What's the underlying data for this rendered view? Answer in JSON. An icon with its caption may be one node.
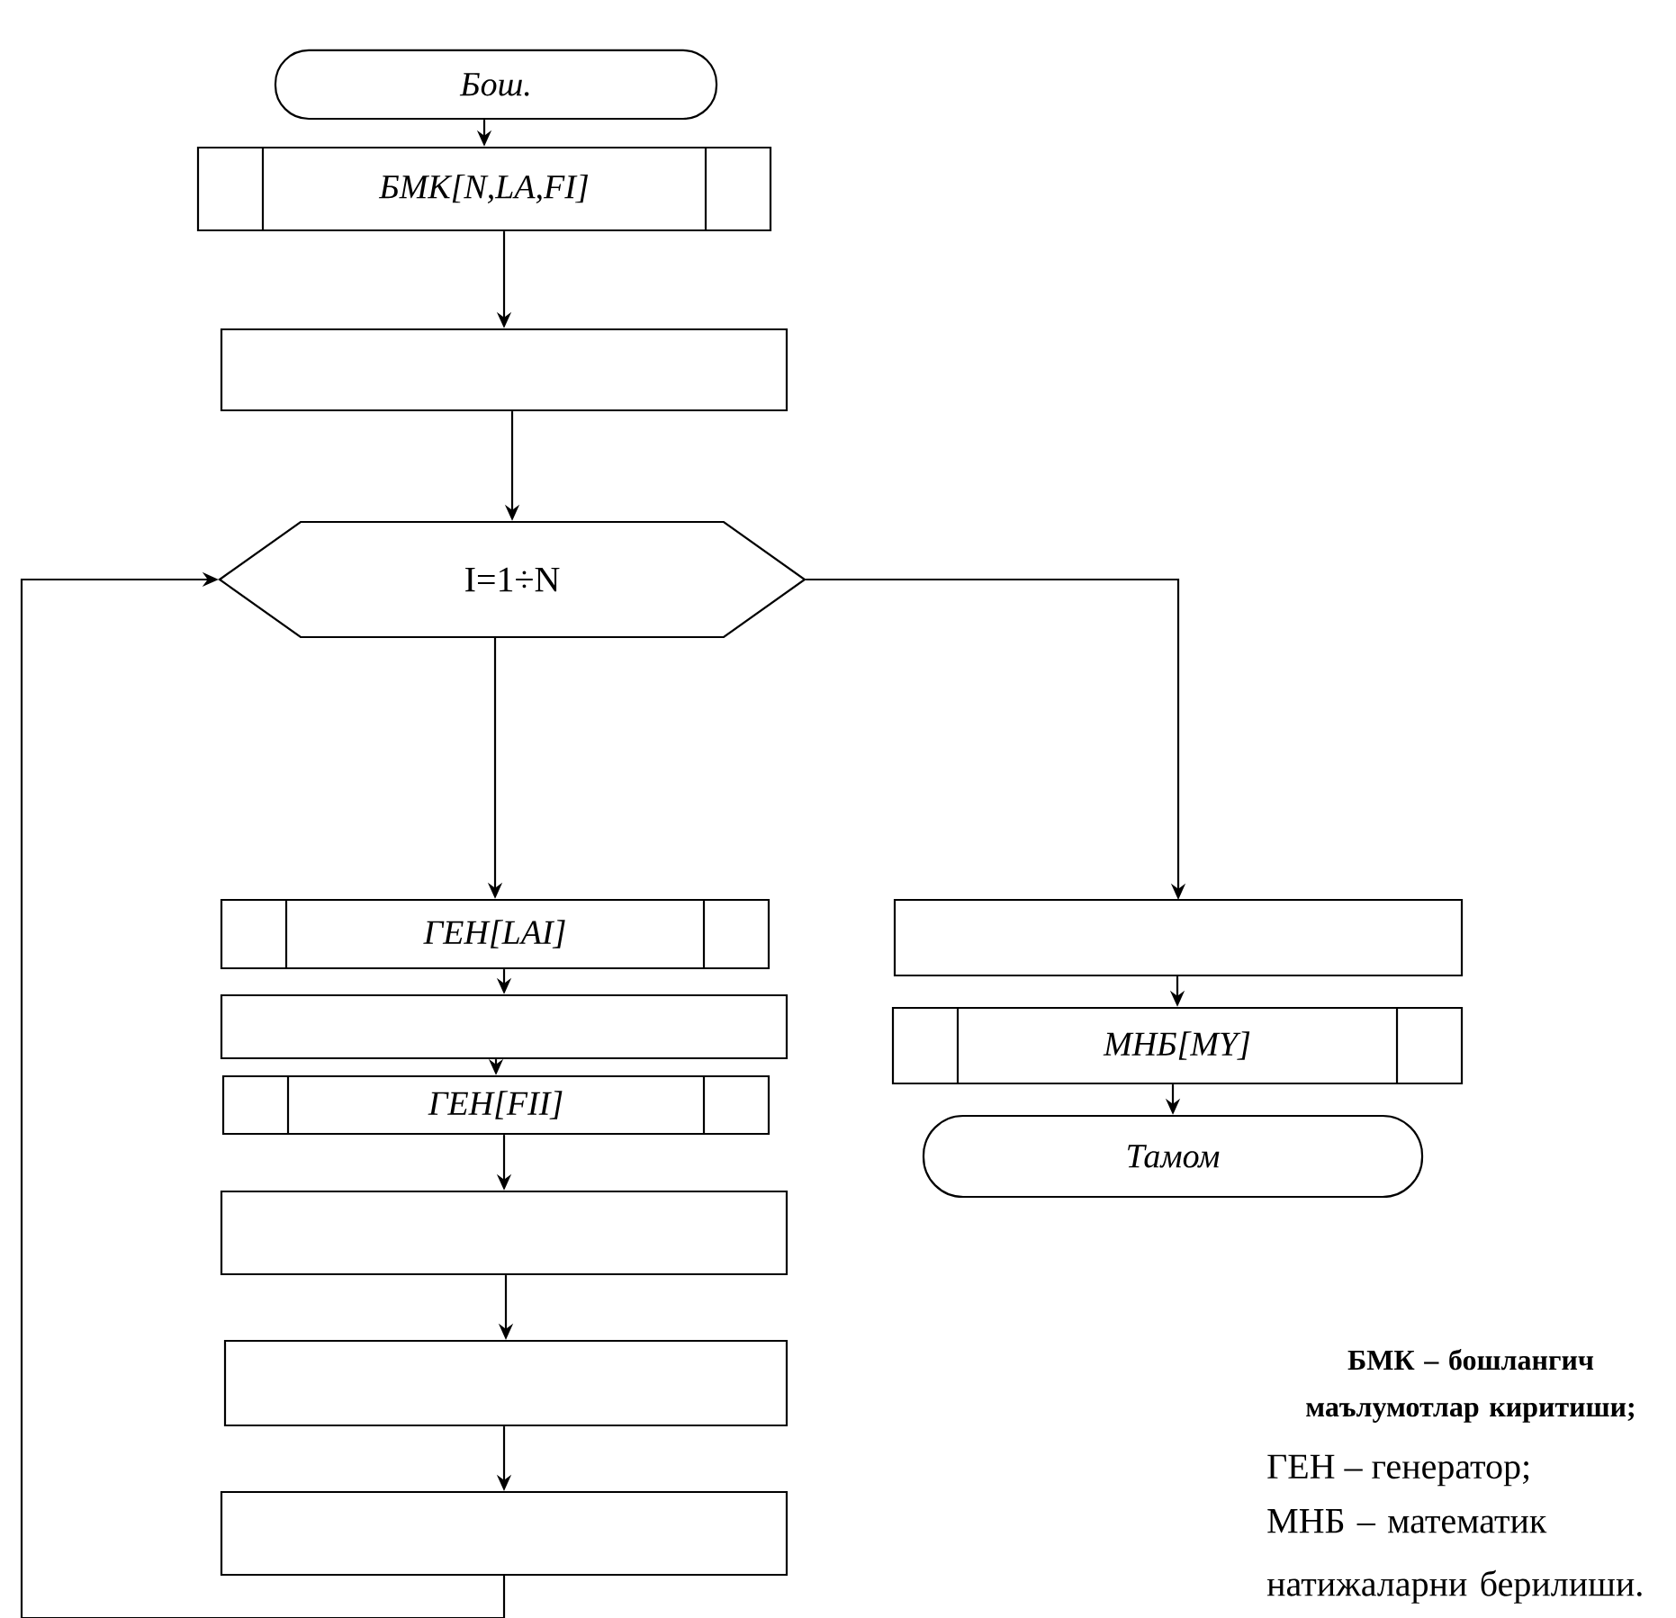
{
  "diagram": {
    "nodes": [
      {
        "text": [
          "Бош."
        ]
      },
      {
        "text": [
          "БМК[N,LA,FI]"
        ]
      },
      {
        "text": [],
        "shape": "box"
      },
      {
        "text": [
          "I=1÷N"
        ]
      },
      {
        "text": [
          "ГЕН[LAI]"
        ]
      },
      {
        "text": [],
        "shape": "box"
      },
      {
        "text": [
          "ГЕН[FII]"
        ]
      },
      {
        "text": [],
        "shape": "box"
      },
      {
        "text": [],
        "shape": "box"
      },
      {
        "text": [],
        "shape": "box"
      },
      {
        "text": [],
        "shape": "box"
      },
      {
        "text": [
          "МНБ[MY]"
        ]
      },
      {
        "text": [
          "Тамом"
        ]
      }
    ],
    "edges": [
      {
        "from": 0,
        "to": 1,
        "arrow": "to"
      },
      {
        "from": 1,
        "to": 2,
        "arrow": "to"
      },
      {
        "from": 2,
        "to": 3,
        "arrow": "to"
      },
      {
        "from": 3,
        "to": 4,
        "arrow": "to"
      },
      {
        "from": 3,
        "to": 10,
        "arrow": "to"
      },
      {
        "from": 4,
        "to": 5,
        "arrow": "to"
      },
      {
        "from": 5,
        "to": 6,
        "arrow": "to"
      },
      {
        "from": 6,
        "to": 7,
        "arrow": "to"
      },
      {
        "from": 7,
        "to": 8,
        "arrow": "to"
      },
      {
        "from": 8,
        "to": 9,
        "arrow": "to"
      },
      {
        "from": 9,
        "to": 3,
        "arrow": "to"
      },
      {
        "from": 10,
        "to": 11,
        "arrow": "to"
      },
      {
        "from": 11,
        "to": 12,
        "arrow": "to"
      }
    ],
    "labels": [
      "БМК – бошлангич маълумотлар киритиши;",
      "ГЕН – генератор;",
      "МНБ – математик натижаларни берилиши."
    ]
  }
}
